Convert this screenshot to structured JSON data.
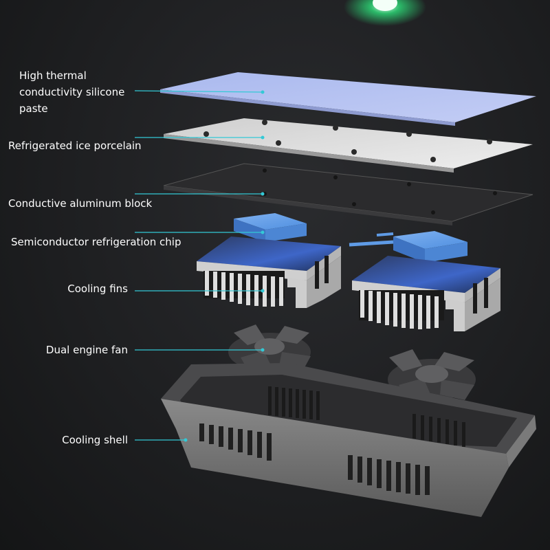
{
  "labels": {
    "silicone_paste": "High thermal conductivity silicone paste",
    "ice_porcelain": "Refrigerated ice porcelain",
    "aluminum_block": "Conductive aluminum block",
    "refrigeration_chip": "Semiconductor refrigeration chip",
    "cooling_fins": "Cooling fins",
    "dual_fan": "Dual engine fan",
    "cooling_shell": "Cooling shell"
  },
  "colors": {
    "background": "#1b1c1e",
    "leader_line": "#33c9d6",
    "glow": "#2ee07a",
    "paste": "#b6c4f2",
    "porcelain": "#dcdcdc",
    "aluminum": "#2c2c2e",
    "chip": "#5f9be6",
    "fins": "#d9d9d9",
    "shell": "#6b6b6b"
  }
}
